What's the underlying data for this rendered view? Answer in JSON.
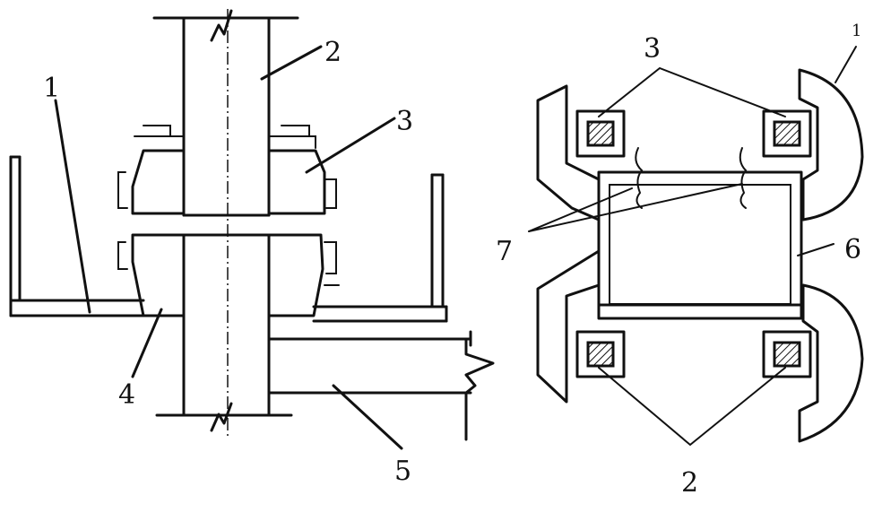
{
  "labels": {
    "left": [
      "1",
      "2",
      "3",
      "4",
      "5"
    ],
    "right": [
      "3",
      "2",
      "6",
      "7",
      "1"
    ]
  }
}
